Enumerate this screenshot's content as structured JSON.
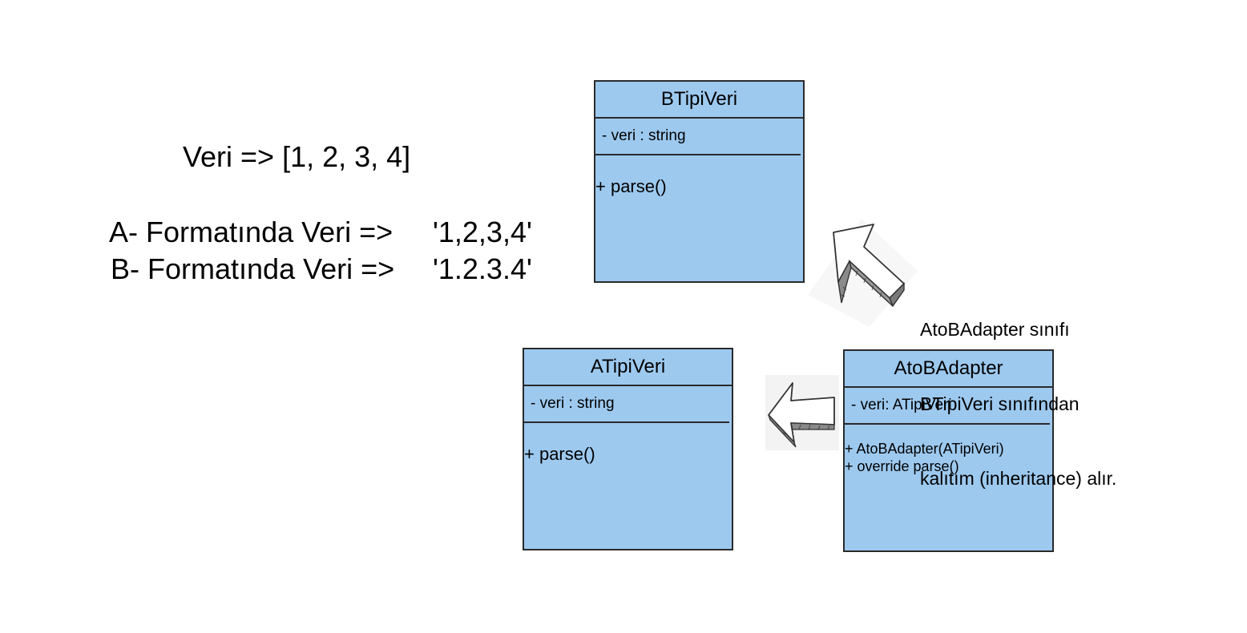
{
  "texts": {
    "veri_line": "Veri => [1, 2, 3, 4]",
    "a_label": "A- Formatında Veri =>",
    "a_value": "'1,2,3,4'",
    "b_label": "B- Formatında Veri =>",
    "b_value": "'1.2.3.4'"
  },
  "boxes": {
    "btipi": {
      "title": "BTipiVeri",
      "attribute": "- veri : string",
      "methods": [
        "+ parse()"
      ]
    },
    "atipi": {
      "title": "ATipiVeri",
      "attribute": "- veri : string",
      "methods": [
        "+ parse()"
      ]
    },
    "adapter": {
      "title": "AtoBAdapter",
      "attribute": "- veri: ATipiVeri",
      "methods": [
        "+ AtoBAdapter(ATipiVeri)",
        "+ override parse()"
      ]
    }
  },
  "note": {
    "lines": [
      "AtoBAdapter sınıfı",
      "BTipiVeri sınıfından",
      "kalıtım (inheritance) alır."
    ]
  },
  "colors": {
    "box_fill": "#9dc9ef",
    "box_border": "#2a2a2a"
  },
  "icons": {
    "inheritance_arrow": "hand-drawn-arrow-up-left-icon",
    "association_arrow": "hand-drawn-arrow-left-icon"
  }
}
